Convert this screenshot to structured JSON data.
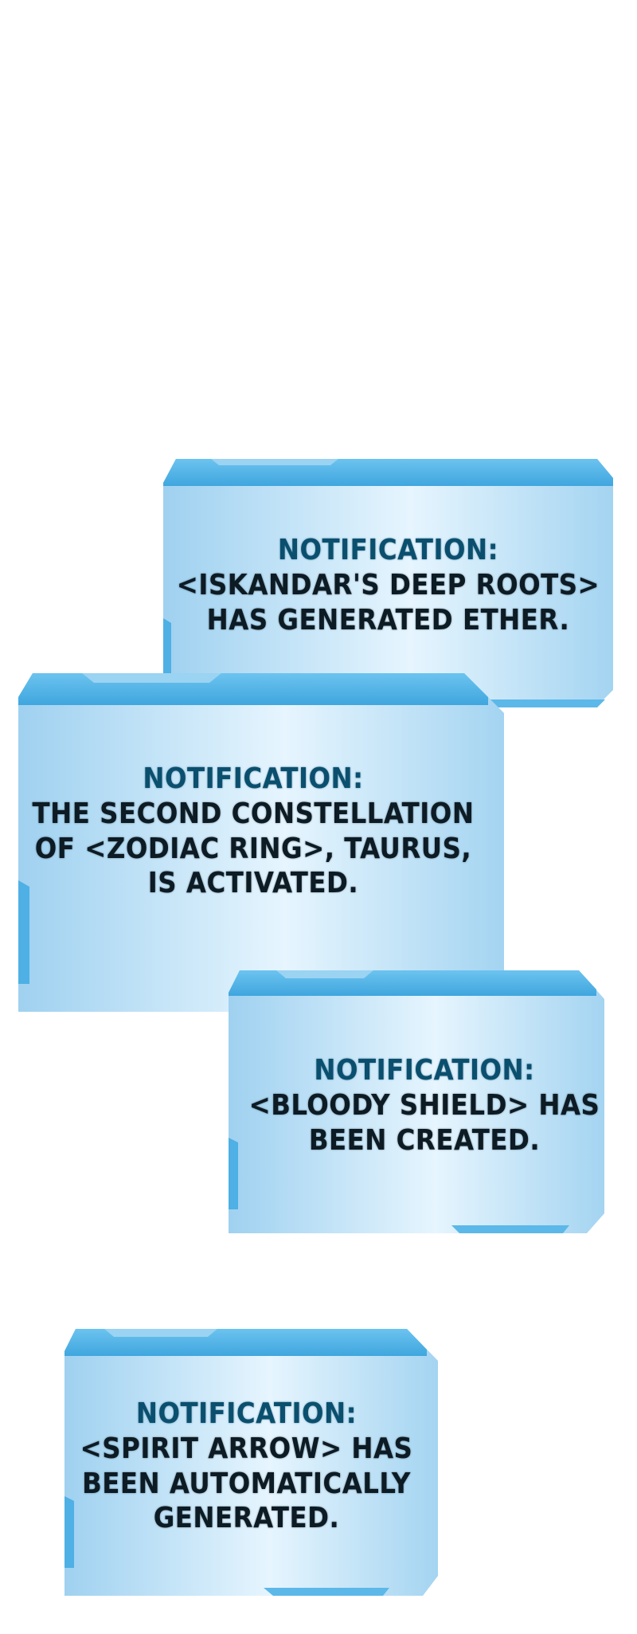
{
  "colors": {
    "panel_fill_edge": "#a9d6f2",
    "panel_fill_center": "#e4f4fd",
    "panel_rim": "#5cb8e8",
    "title_text": "#0b4f6e",
    "body_text": "#0d1b24"
  },
  "notifications": [
    {
      "title": "NOTIFICATION:",
      "lines": [
        "<ISKANDAR'S DEEP ROOTS>",
        "HAS GENERATED ETHER."
      ]
    },
    {
      "title": "NOTIFICATION:",
      "lines": [
        "THE SECOND CONSTELLATION",
        "OF <ZODIAC RING>, TAURUS,",
        "IS ACTIVATED."
      ]
    },
    {
      "title": "NOTIFICATION:",
      "lines": [
        "<BLOODY SHIELD> HAS",
        "BEEN CREATED."
      ]
    },
    {
      "title": "NOTIFICATION:",
      "lines": [
        "<SPIRIT ARROW> HAS",
        "BEEN AUTOMATICALLY",
        "GENERATED."
      ]
    }
  ]
}
